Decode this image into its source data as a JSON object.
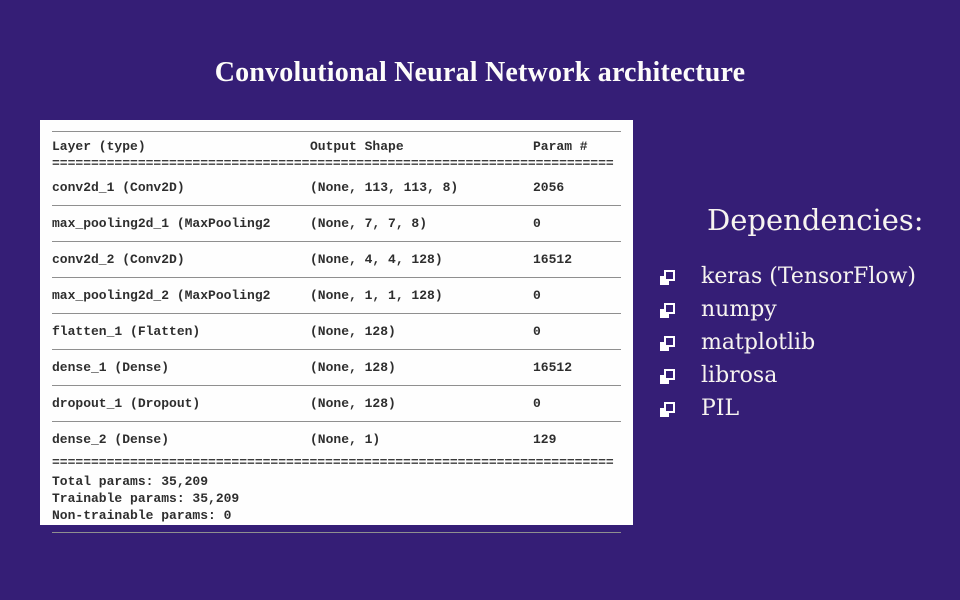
{
  "slide": {
    "title": "Convolutional Neural Network architecture",
    "colors": {
      "background": "#351E76",
      "panel": "#FEFEFE",
      "table_text": "#2E2E2E",
      "light_text": "#F7F4F0",
      "separator_gray": "#8F8F8F"
    }
  },
  "model_summary": {
    "columns": [
      "Layer (type)",
      "Output Shape",
      "Param #"
    ],
    "sep_equals": "========================================================================",
    "rows": [
      {
        "layer": "conv2d_1 (Conv2D)",
        "shape": "(None, 113, 113, 8)",
        "params": "2056"
      },
      {
        "layer": "max_pooling2d_1 (MaxPooling2",
        "shape": "(None, 7, 7, 8)",
        "params": "0"
      },
      {
        "layer": "conv2d_2 (Conv2D)",
        "shape": "(None, 4, 4, 128)",
        "params": "16512"
      },
      {
        "layer": "max_pooling2d_2 (MaxPooling2",
        "shape": "(None, 1, 1, 128)",
        "params": "0"
      },
      {
        "layer": "flatten_1 (Flatten)",
        "shape": "(None, 128)",
        "params": "0"
      },
      {
        "layer": "dense_1 (Dense)",
        "shape": "(None, 128)",
        "params": "16512"
      },
      {
        "layer": "dropout_1 (Dropout)",
        "shape": "(None, 128)",
        "params": "0"
      },
      {
        "layer": "dense_2 (Dense)",
        "shape": "(None, 1)",
        "params": "129"
      }
    ],
    "totals": [
      "Total params: 35,209",
      "Trainable params: 35,209",
      "Non-trainable params: 0"
    ]
  },
  "dependencies": {
    "heading": "Dependencies:",
    "items": [
      "keras (TensorFlow)",
      "numpy",
      "matplotlib",
      "librosa",
      "PIL"
    ]
  }
}
